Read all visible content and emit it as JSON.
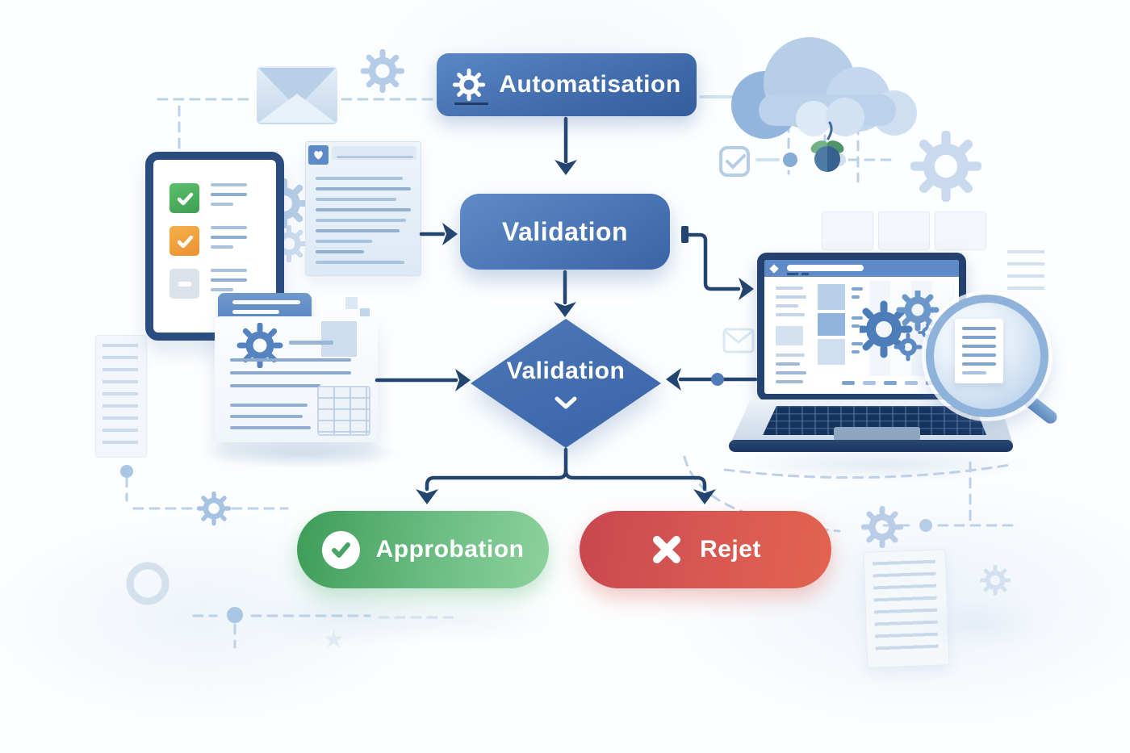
{
  "flow": {
    "automation": {
      "label": "Automatisation"
    },
    "validation_step": {
      "label": "Validation"
    },
    "validation_decision": {
      "label": "Validation"
    },
    "approval": {
      "label": "Approbation"
    },
    "rejection": {
      "label": "Rejet"
    }
  },
  "icons": {
    "automation": "gear-icon",
    "approval": "check-circle-icon",
    "rejection": "x-icon",
    "decision": "chevron-down-icon",
    "decorations": [
      "envelope-icon",
      "cloud-icon",
      "gear-icon",
      "checkbox-icon",
      "apple-icon",
      "magnifier-icon",
      "tablet-checklist-icon",
      "document-icon",
      "laptop-icon"
    ]
  },
  "colors": {
    "node_blue": "#4a77b6",
    "diamond_blue": "#3e6bb0",
    "approve_green": "#53ab6b",
    "reject_red": "#d4524f",
    "connector_navy": "#23456f",
    "accent_light_blue": "#b9cfe8"
  },
  "checklist": {
    "items": [
      {
        "state": "checked",
        "color": "#4db05e"
      },
      {
        "state": "checked",
        "color": "#f0a03f"
      },
      {
        "state": "unchecked",
        "color": "#dbe2ea"
      }
    ]
  }
}
